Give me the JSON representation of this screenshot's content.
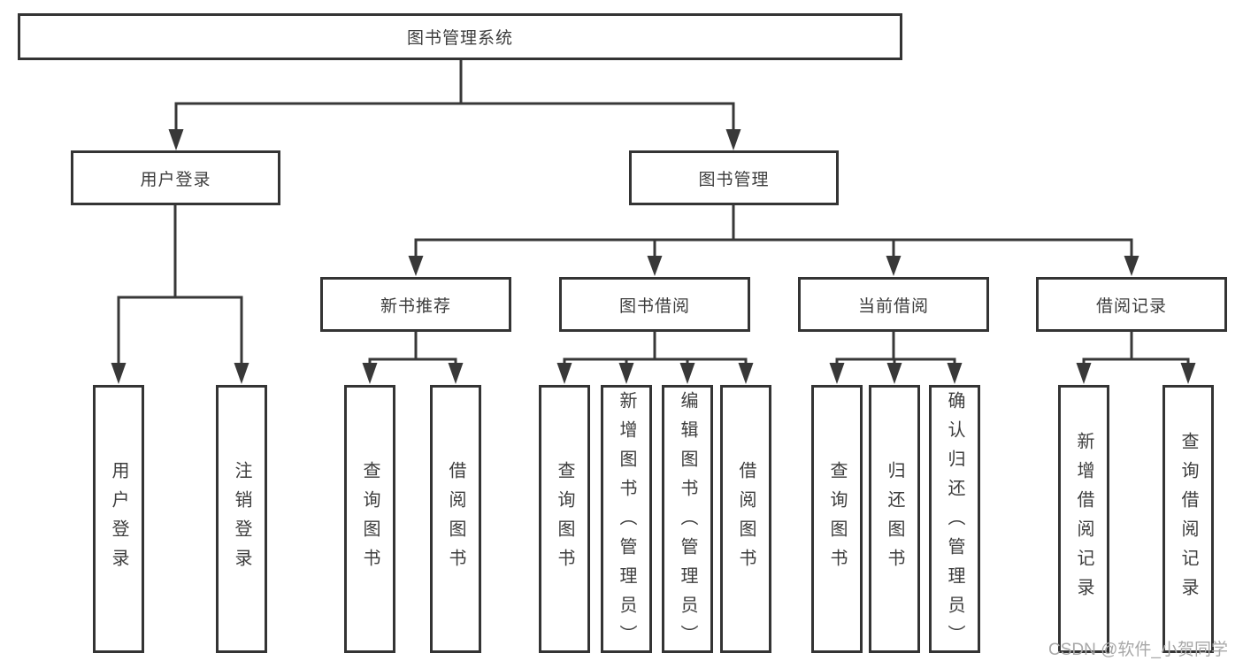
{
  "diagram": {
    "root": "图书管理系统",
    "level2": [
      "用户登录",
      "图书管理"
    ],
    "level3": [
      "新书推荐",
      "图书借阅",
      "当前借阅",
      "借阅记录"
    ],
    "leaves": {
      "user_login": [
        "用户登录",
        "注销登录"
      ],
      "new_books": [
        "查询图书",
        "借阅图书"
      ],
      "borrowing": [
        "查询图书",
        "新增图书（管理员）",
        "编辑图书（管理员）",
        "借阅图书"
      ],
      "current": [
        "查询图书",
        "归还图书",
        "确认归还（管理员）"
      ],
      "records": [
        "新增借阅记录",
        "查询借阅记录"
      ]
    }
  },
  "watermark": "CSDN @软件_小贺同学",
  "colors": {
    "line": "#383838",
    "box_border": "#343434",
    "text": "#3d3d3d",
    "watermark": "#a8a8a8",
    "background": "#ffffff"
  }
}
